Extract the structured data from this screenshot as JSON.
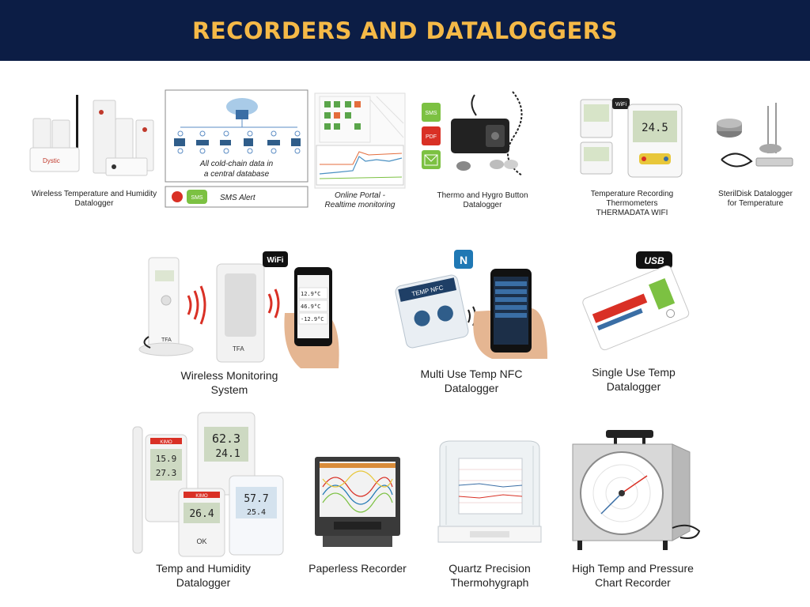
{
  "header": {
    "title": "RECORDERS AND DATALOGGERS"
  },
  "row1": {
    "wireless_th": {
      "line1": "Wireless Temperature and Humidity",
      "line2": "Datalogger",
      "brand": "Dystic"
    },
    "cold_chain": {
      "line1": "All cold-chain data in",
      "line2": "a central database",
      "sms_label": "SMS Alert",
      "sms_badge": "SMS"
    },
    "portal": {
      "line1": "Online Portal -",
      "line2": "Realtime monitoring"
    },
    "button_logger": {
      "line1": "Thermo and Hygro Button",
      "line2": "Datalogger",
      "badges": [
        "SMS",
        "PDF"
      ]
    },
    "thermadata": {
      "line1": "Temperature Recording Thermometers",
      "line2": "THERMADATA WIFI",
      "reading": "24.5",
      "wifi": "WiFi"
    },
    "sterildisk": {
      "line1": "SterilDisk Datalogger",
      "line2": "for Temperature"
    }
  },
  "row2": {
    "wireless_monitoring": {
      "line1": "Wireless Monitoring",
      "line2": "System",
      "wifi": "WiFi",
      "tfa": "TFA",
      "phone_rows": [
        "12.9°C",
        "46.9°C",
        "-12.9°C"
      ]
    },
    "nfc": {
      "line1": "Multi Use Temp NFC",
      "line2": "Datalogger",
      "device_label": "TEMP NFC",
      "nfc_badge": "N"
    },
    "single_use": {
      "line1": "Single Use Temp",
      "line2": "Datalogger",
      "usb": "USB"
    }
  },
  "row3": {
    "temp_humidity": {
      "line1": "Temp and Humidity",
      "line2": "Datalogger",
      "display_a": [
        "15.9",
        "27.3"
      ],
      "display_b": [
        "62.3",
        "24.1"
      ],
      "display_c": "26.4",
      "display_d": [
        "57.7",
        "25.4"
      ],
      "ok": "OK",
      "brand": "KIMO"
    },
    "paperless": {
      "line1": "Paperless Recorder"
    },
    "quartz": {
      "line1": "Quartz Precision",
      "line2": "Thermohygraph"
    },
    "chart_recorder": {
      "line1": "High Temp and Pressure",
      "line2": "Chart Recorder"
    }
  }
}
